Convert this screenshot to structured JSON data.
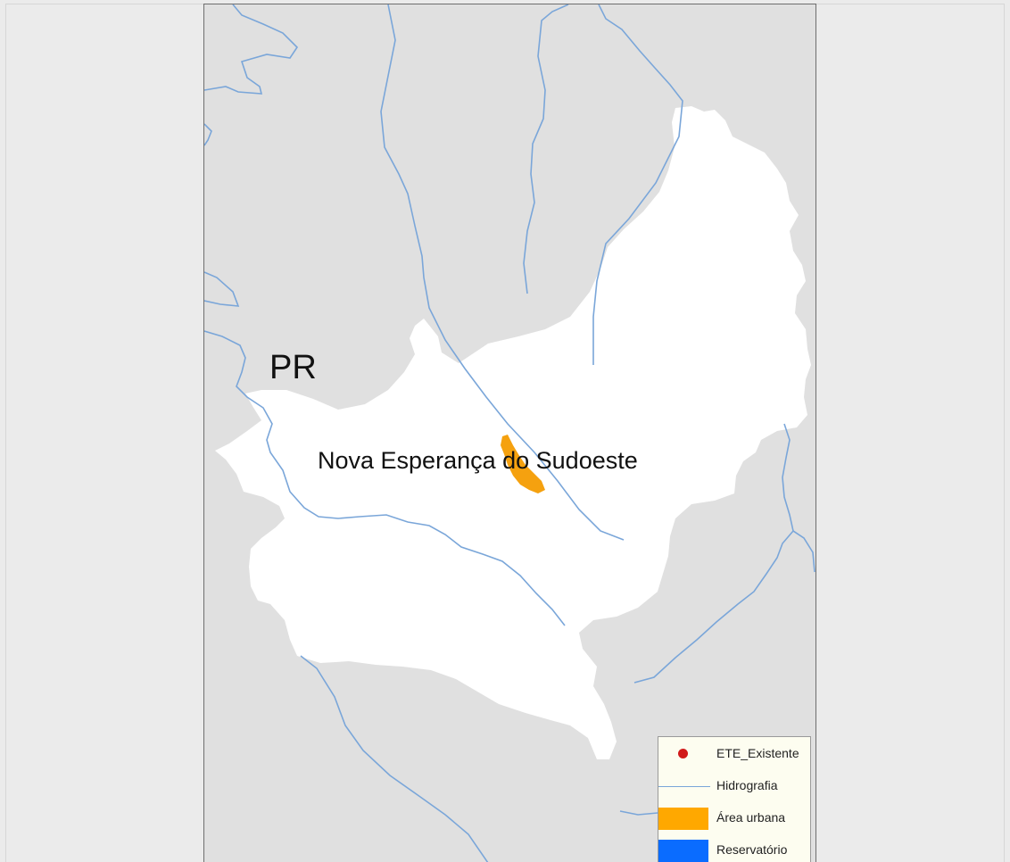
{
  "map": {
    "state_label": "PR",
    "municipality_label": "Nova Esperança do Sudoeste"
  },
  "legend": {
    "items": [
      {
        "label": "ETE_Existente",
        "symbol": "point",
        "color": "#d11a1a"
      },
      {
        "label": "Hidrografia",
        "symbol": "line",
        "color": "#7aa6d9"
      },
      {
        "label": "Área urbana",
        "symbol": "polygon",
        "color": "#ffa800"
      },
      {
        "label": "Reservatório",
        "symbol": "polygon",
        "color": "#0a6cff"
      }
    ]
  },
  "colors": {
    "background": "#ebebeb",
    "surrounding_land": "#e0e0e0",
    "municipality_fill": "#ffffff",
    "urban_area": "#f5a10f",
    "rivers": "#7aa6d9",
    "legend_background": "#fdfdf0"
  }
}
